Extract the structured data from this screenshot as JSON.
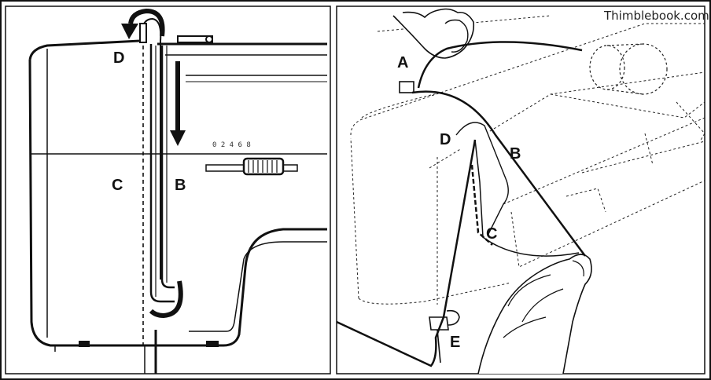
{
  "watermark": "Thimblebook.com",
  "left_panel": {
    "labels": {
      "d": "D",
      "c": "C",
      "b": "B"
    },
    "dial_marks": "0 2 4 6 8"
  },
  "right_panel": {
    "labels": {
      "a": "A",
      "b": "B",
      "c": "C",
      "d": "D",
      "e": "E"
    }
  }
}
